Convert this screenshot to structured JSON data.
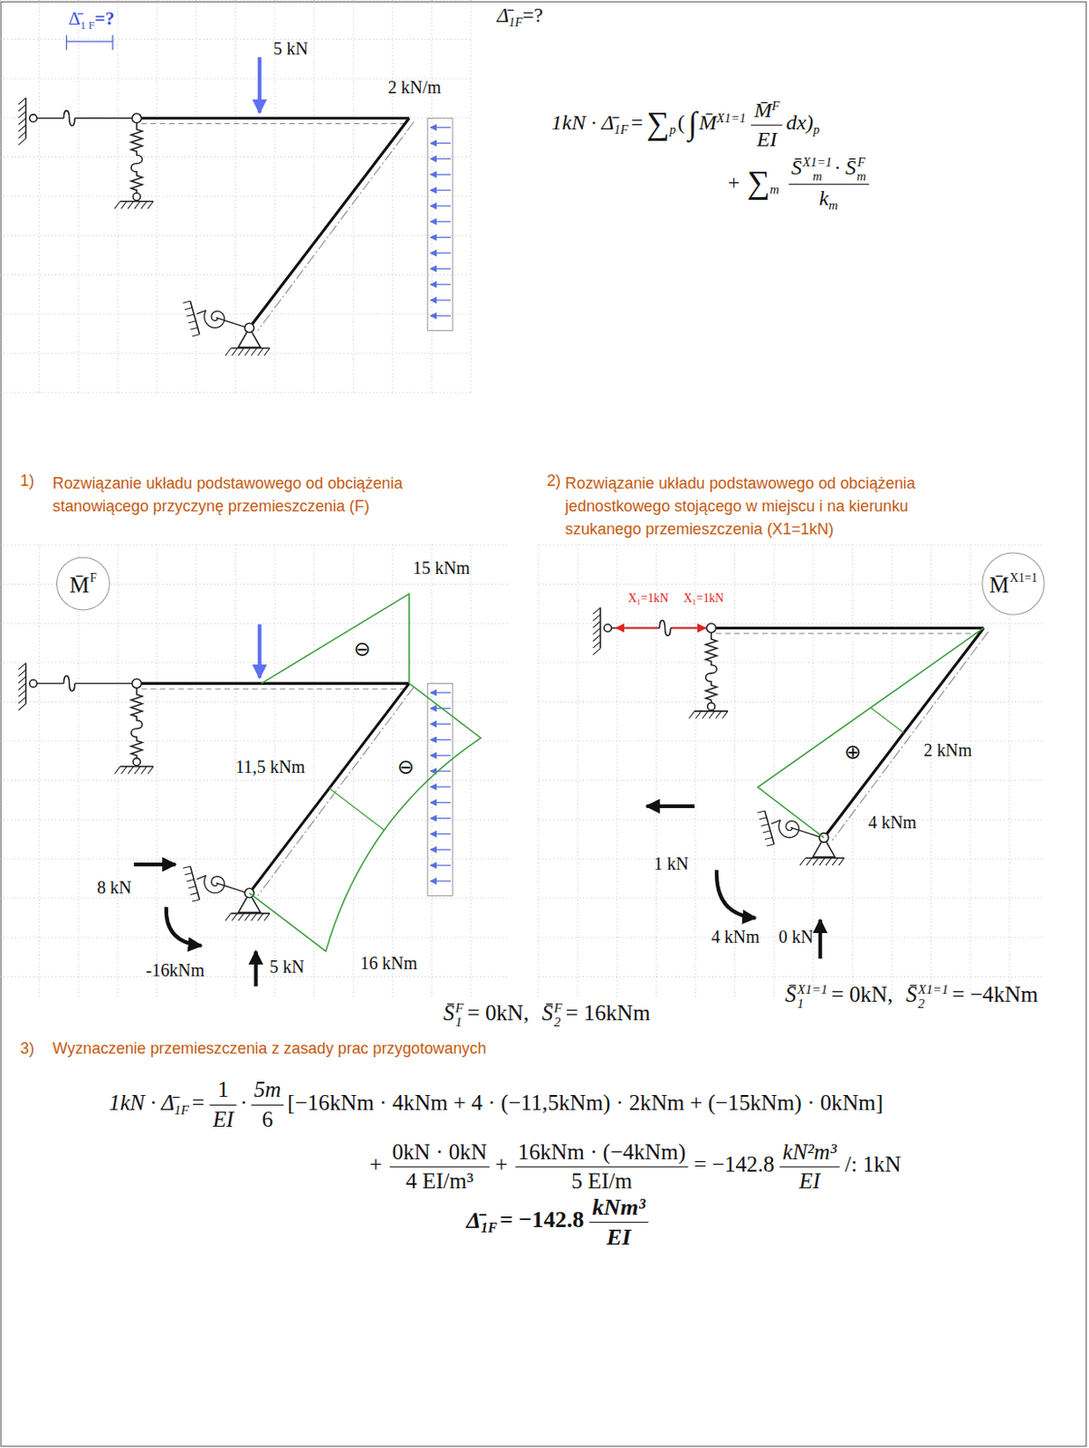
{
  "diagram": {
    "nodes": [
      {
        "text": [
          "M̄",
          "F"
        ]
      },
      {
        "text": [
          "M̄",
          "X1=1"
        ]
      }
    ],
    "labels": [
      "Δ̄",
      "1 F",
      "=?",
      "5 kN",
      "2 kN/m",
      "Δ̄",
      "1F",
      "=?",
      "1kN · Δ̄",
      "1F",
      "=",
      "∑",
      "p",
      "(",
      "∫",
      "M̄",
      "X1=1",
      "M̄",
      "F",
      "EI",
      "dx)",
      "p",
      "+",
      "∑",
      "m",
      "S̄",
      "X1=1",
      "m",
      "· S̄",
      "F",
      "m",
      "k",
      "m",
      "1)",
      "Rozwiązanie układu podstawowego od obciążenia stanowiącego przyczynę przemieszczenia (F)",
      "2)",
      "Rozwiązanie układu podstawowego od obciążenia jednostkowego stojącego w miejscu i na kierunku szukanego przemieszczenia (X1=1kN)",
      "15 kNm",
      "⊖",
      "11,5 kNm",
      "⊖",
      "8 kN",
      "-16kNm",
      "5 kN",
      "16 kNm",
      "S̄",
      "F",
      "1",
      "= 0kN,",
      "S̄",
      "F",
      "2",
      "= 16kNm",
      "X₁=1kN",
      "X₁=1kN",
      "2 kNm",
      "⊕",
      "4 kNm",
      "1 kN",
      "4 kNm",
      "0 kN",
      "S̄",
      "X1=1",
      "1",
      "= 0kN,",
      "S̄",
      "X1=1",
      "2",
      "= −4kNm",
      "3)",
      "Wyznaczenie przemieszczenia z zasady prac przygotowanych",
      "1kN · Δ̄",
      "1F",
      "=",
      "1",
      "EI",
      "·",
      "5m",
      "6",
      "[−16kNm · 4kNm + 4 · (−11,5kNm) · 2kNm + (−15kNm) · 0kNm]",
      "+",
      "0kN · 0kN",
      "4 EI/m³",
      "+",
      "16kNm · (−4kNm)",
      "5 EI/m",
      "= −142.8",
      "kN²m³",
      "EI",
      "/: 1kN",
      "Δ̄",
      "1F",
      "= −142.8",
      "kNm³",
      "EI"
    ]
  }
}
